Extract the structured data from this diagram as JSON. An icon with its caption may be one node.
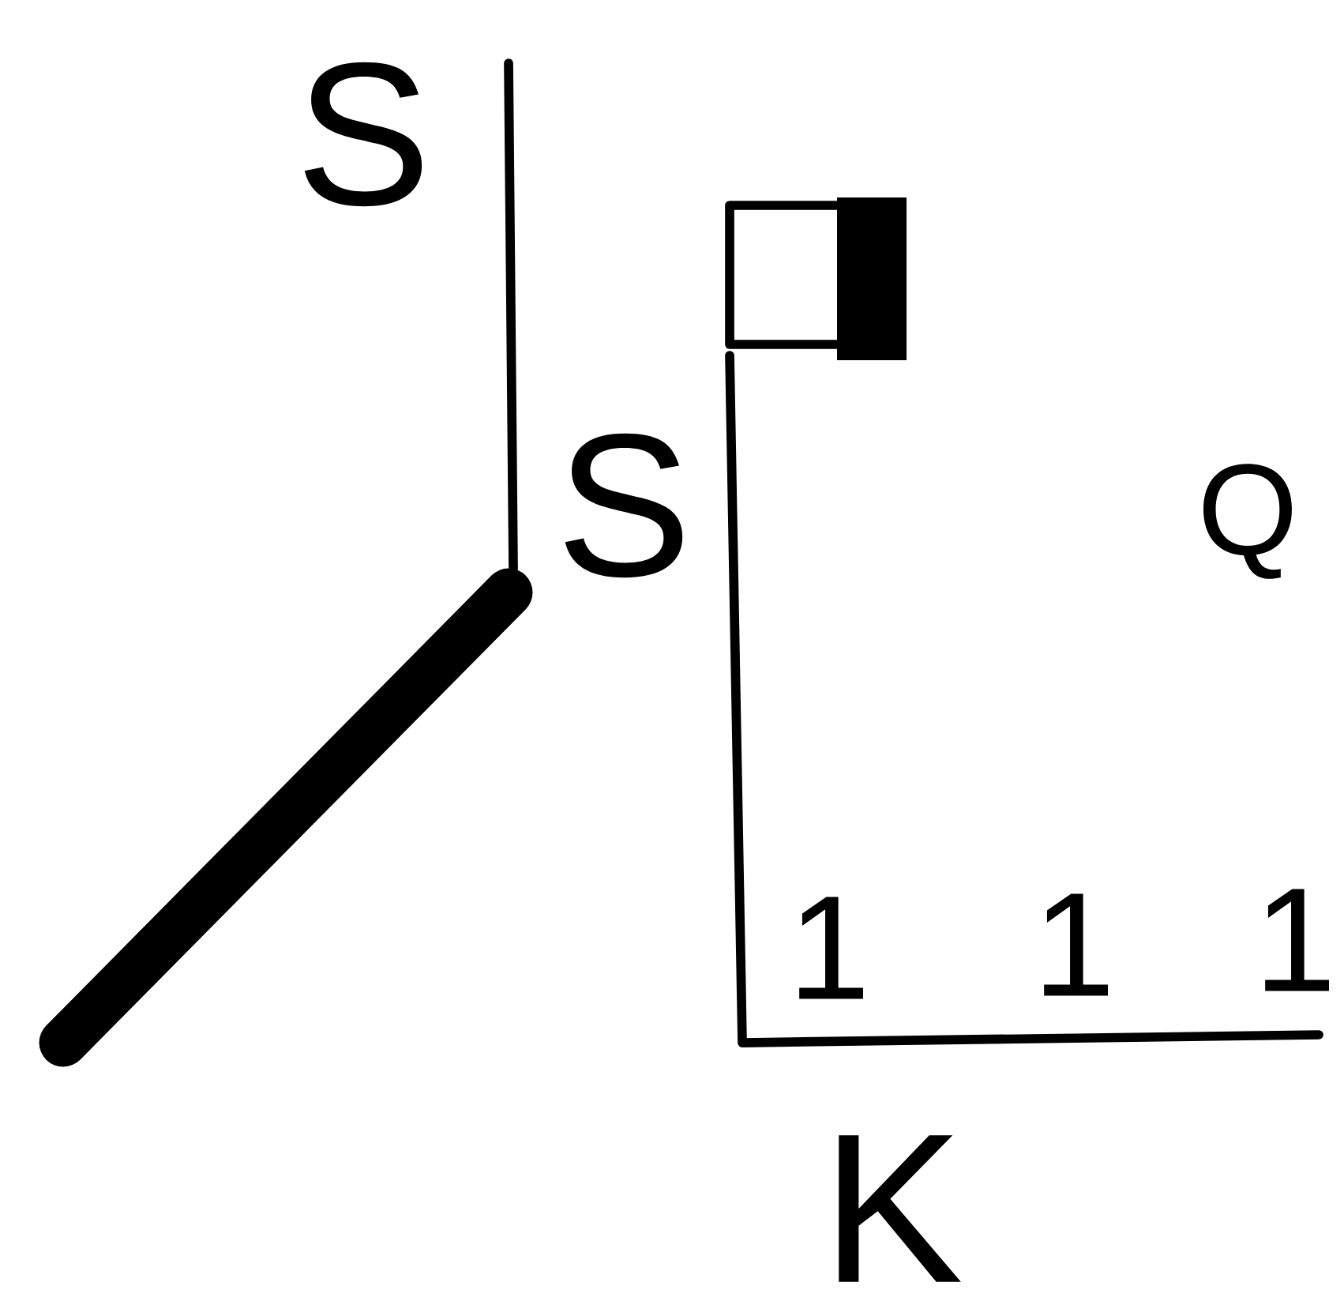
{
  "diagram": {
    "labels": [
      "S",
      "S",
      "Q",
      "1",
      "1",
      "1",
      "K"
    ]
  }
}
